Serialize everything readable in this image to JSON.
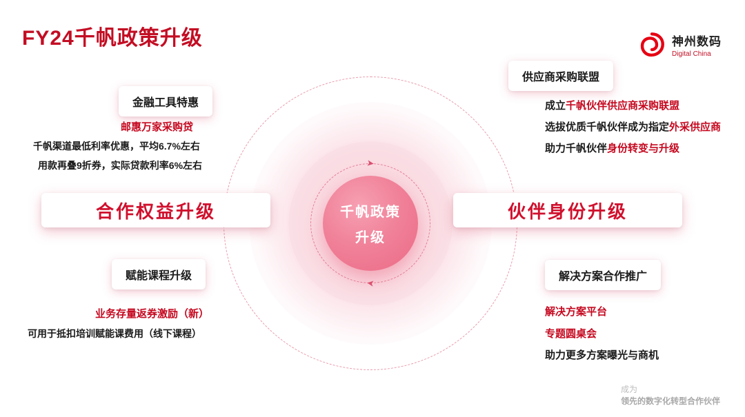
{
  "title": "FY24千帆政策升级",
  "logo": {
    "name": "神州数码",
    "subtitle": "Digital China"
  },
  "center": {
    "line1": "千帆政策",
    "line2": "升级"
  },
  "left": {
    "finance": {
      "box_label": "金融工具特惠",
      "highlight": "邮惠万家采购贷",
      "lines": [
        "千帆渠道最低利率优惠，平均6.7%左右",
        "用款再叠9折券，实际贷款利率6%左右"
      ]
    },
    "main_label": "合作权益升级",
    "course": {
      "box_label": "赋能课程升级",
      "highlight": "业务存量返券激励（新）",
      "line": "可用于抵扣培训赋能课费用（线下课程）"
    }
  },
  "right": {
    "supplier": {
      "box_label": "供应商采购联盟",
      "lines": [
        {
          "prefix": "成立",
          "highlight": "千帆伙伴供应商采购联盟"
        },
        {
          "prefix": "选拔优质千帆伙伴成为指定",
          "highlight": "外采供应商"
        },
        {
          "prefix": "助力千帆伙伴",
          "highlight": "身份转变与升级"
        }
      ]
    },
    "main_label": "伙伴身份升级",
    "solution": {
      "box_label": "解决方案合作推广",
      "highlight1": "解决方案平台",
      "highlight2": "专题圆桌会",
      "line": "助力更多方案曝光与商机"
    }
  },
  "footer": {
    "line1": "成为",
    "line2": "领先的数字化转型合作伙伴"
  },
  "colors": {
    "title_red": "#c30d23",
    "accent_red": "#d0102d",
    "core_pink": "#ef6e8c"
  }
}
